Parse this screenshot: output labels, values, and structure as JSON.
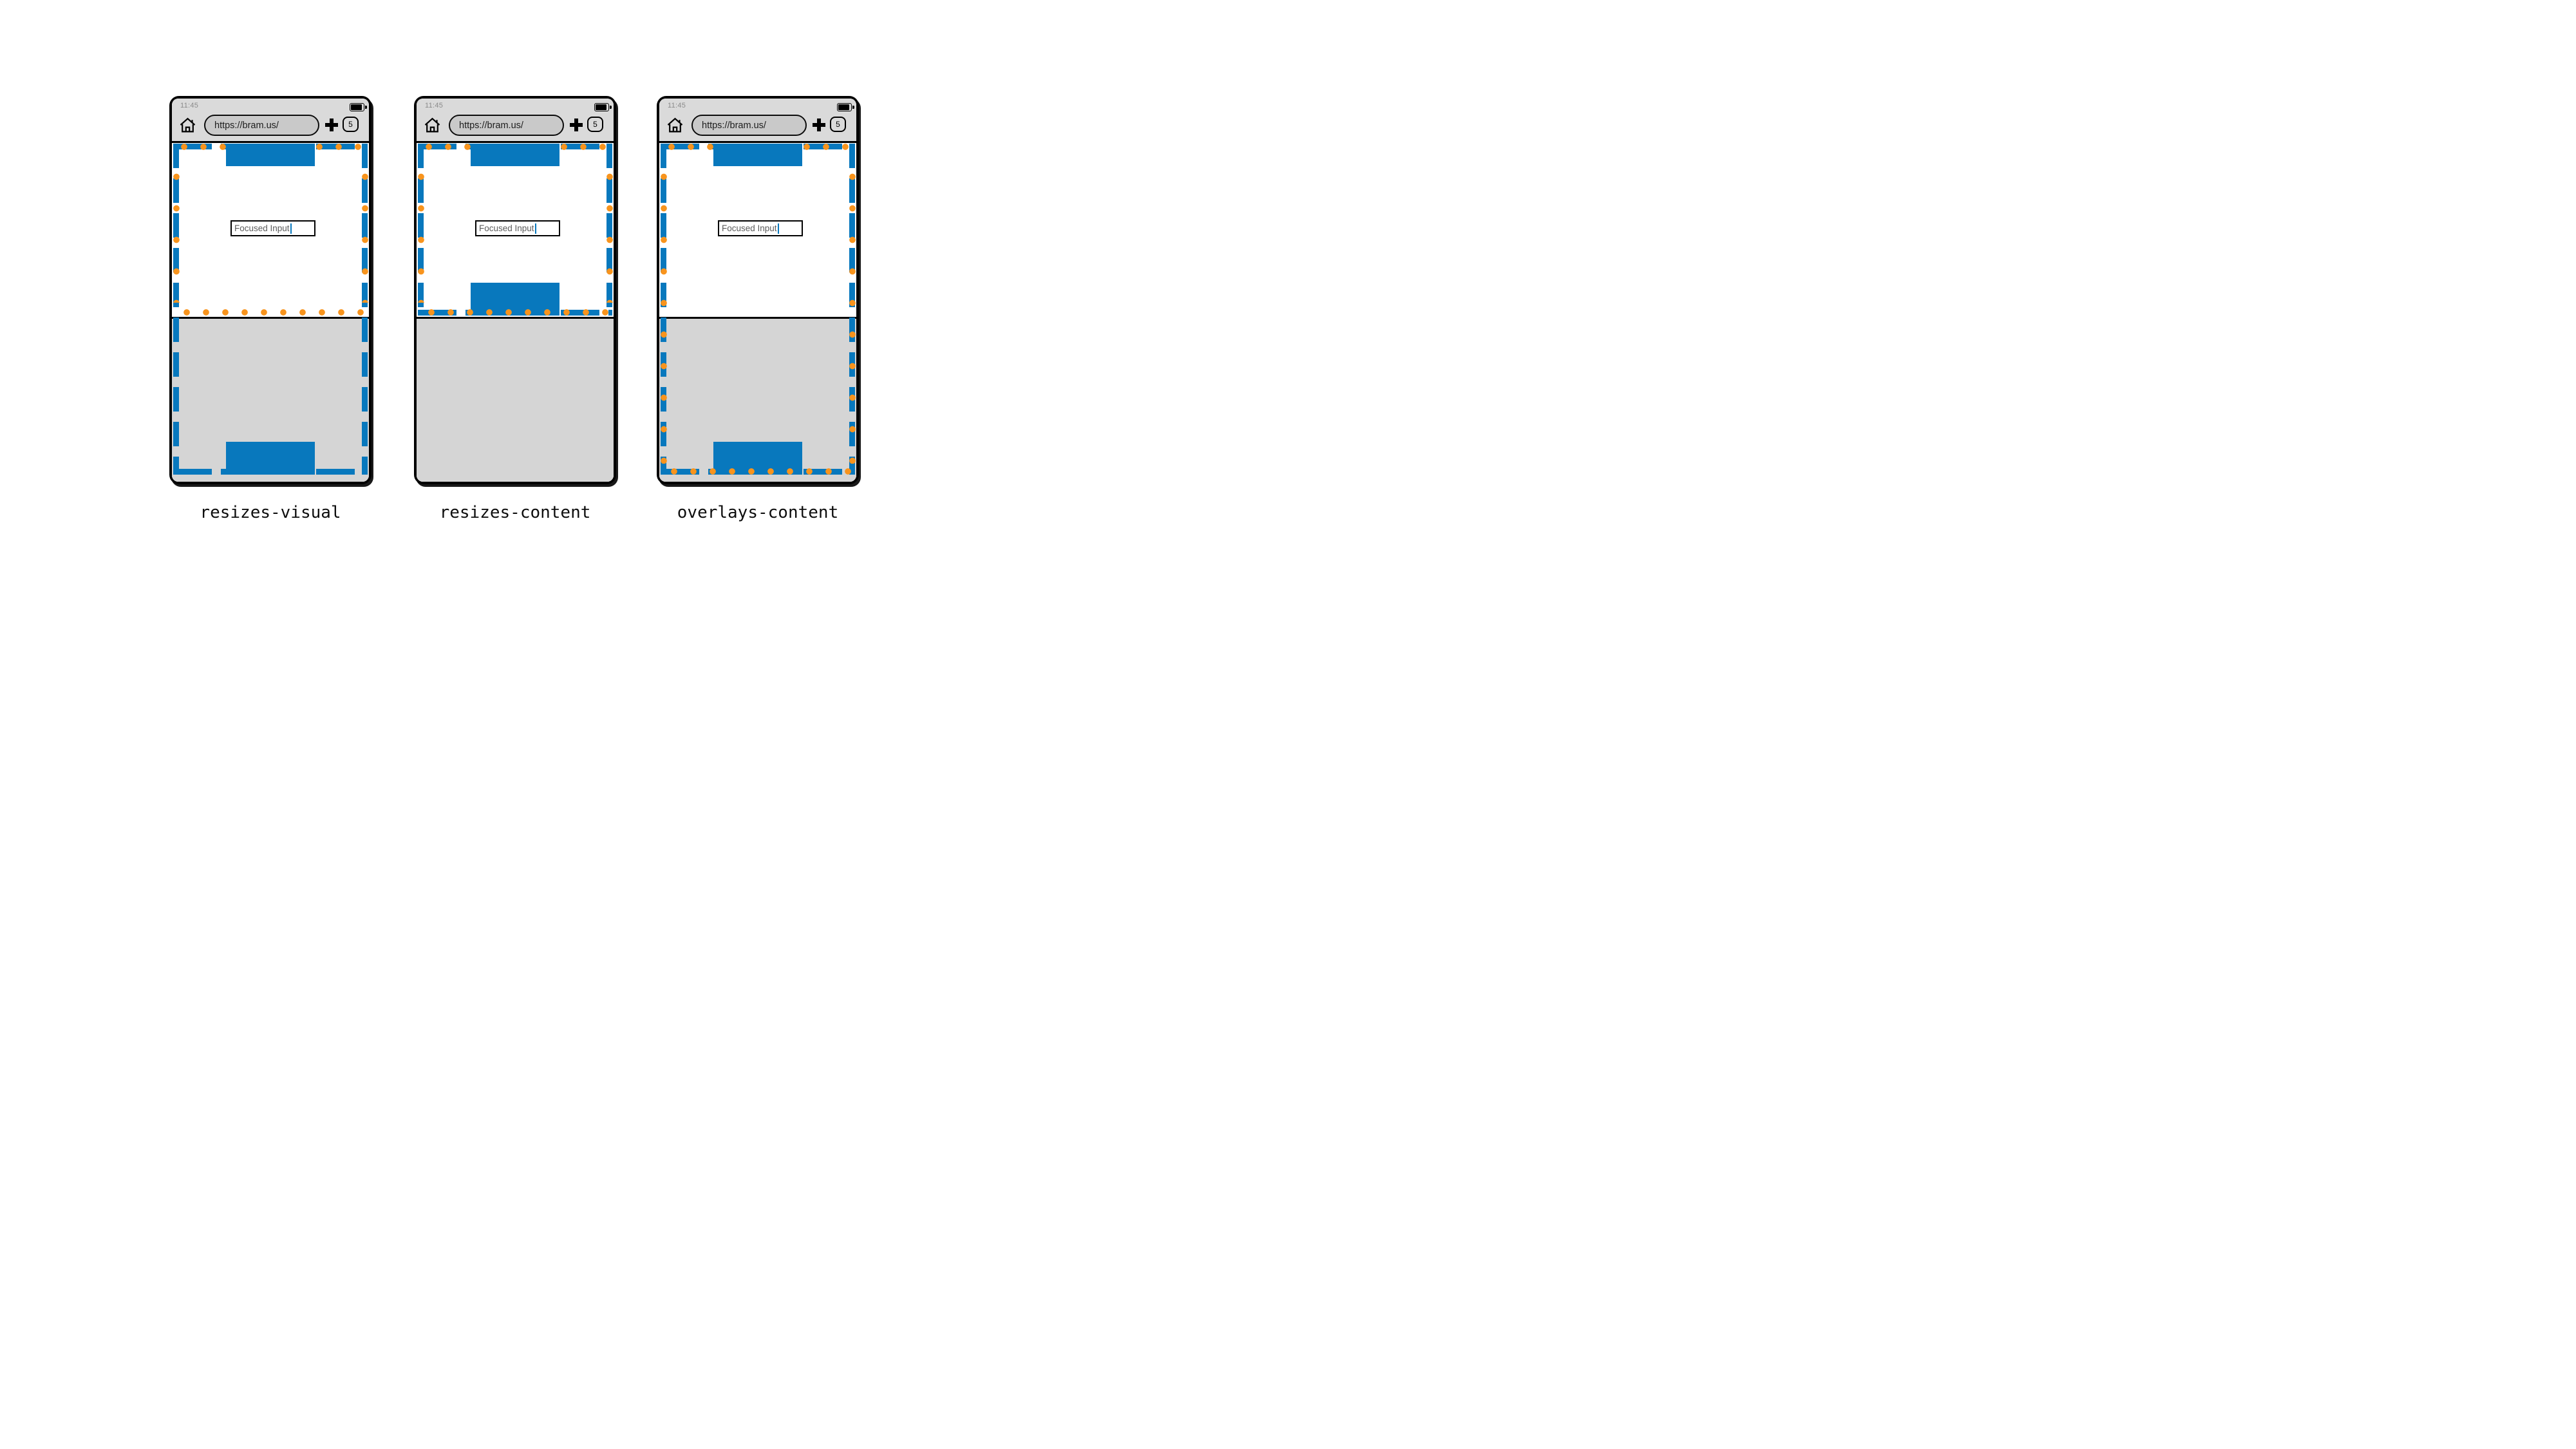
{
  "colors": {
    "layout_viewport_blue": "#0878bd",
    "visual_viewport_orange": "#f8941d",
    "chrome_gray": "#dadada",
    "keyboard_gray": "#d5d5d5",
    "frame_black": "#000000"
  },
  "icons": {
    "home": "home-icon",
    "plus": "new-tab-plus-icon",
    "tab_counter": "tab-counter-box",
    "battery": "battery-icon",
    "caret": "text-caret"
  },
  "phones": [
    {
      "id": "resizes-visual",
      "mode": "resizes-visual",
      "label": "resizes-visual",
      "status_time": "11:45",
      "url": "https://bram.us/",
      "tab_count": "5",
      "input_value": "Focused Input"
    },
    {
      "id": "resizes-content",
      "mode": "resizes-content",
      "label": "resizes-content",
      "status_time": "11:45",
      "url": "https://bram.us/",
      "tab_count": "5",
      "input_value": "Focused Input"
    },
    {
      "id": "overlays-content",
      "mode": "overlays-content",
      "label": "overlays-content",
      "status_time": "11:45",
      "url": "https://bram.us/",
      "tab_count": "5",
      "input_value": "Focused Input"
    }
  ]
}
